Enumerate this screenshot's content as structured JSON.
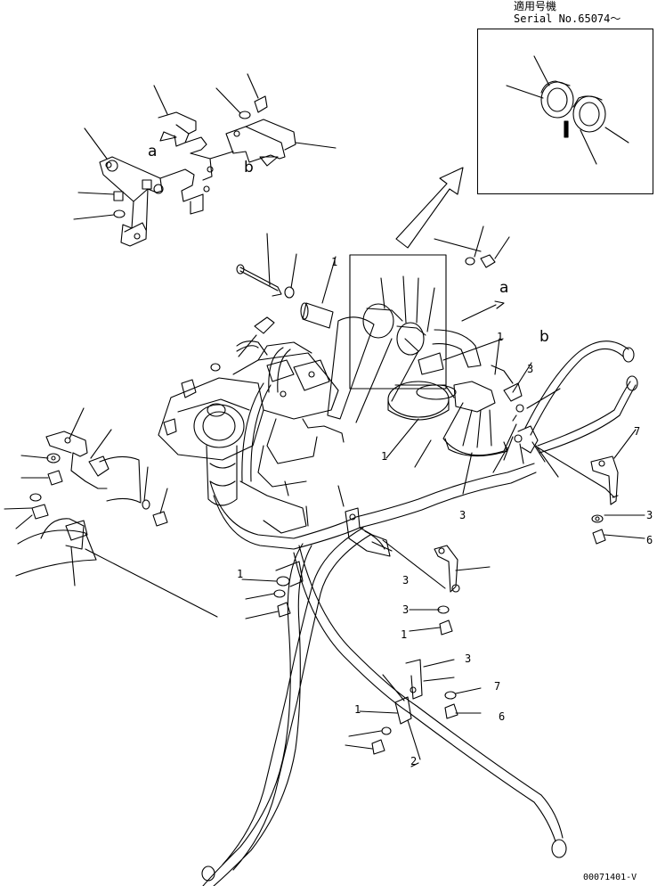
{
  "header": {
    "applicability_jp": "適用号機",
    "serial_line": "Serial  No.65074～"
  },
  "detail_letters": {
    "a_upper": "a",
    "b_upper": "b",
    "a_main": "a",
    "b_main": "b"
  },
  "part_numbers": {
    "p1": "1",
    "p2": "1",
    "p3": "1",
    "p4": "1",
    "p5": "1",
    "p6": "3",
    "p7": "7",
    "p8": "3",
    "p9": "3",
    "p10": "3",
    "p11": "3",
    "p12": "6",
    "p13": "7",
    "p14": "3",
    "p15": "6",
    "p16": "1",
    "p17": "2"
  },
  "footer": {
    "drawing_id": "00071401-V"
  }
}
